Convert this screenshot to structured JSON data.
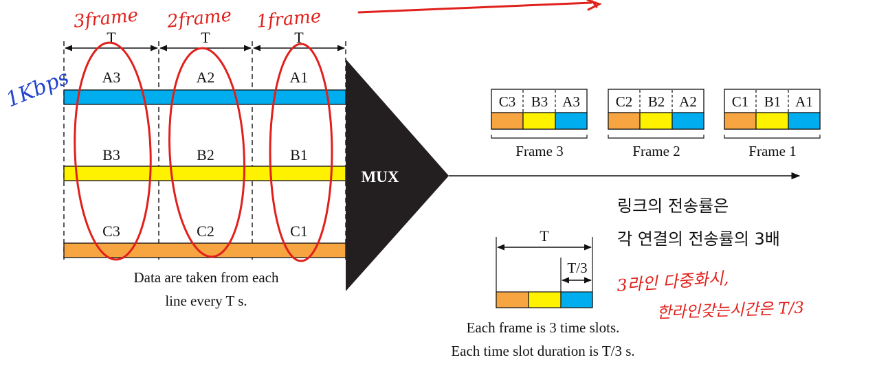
{
  "colors": {
    "a_line": "#00AEEF",
    "b_line": "#FFF200",
    "c_line": "#F7A541",
    "mux_fill": "#231F20",
    "annotation_red": "#E0201B",
    "annotation_blue": "#2244CC"
  },
  "inputs": {
    "period_labels": [
      "T",
      "T",
      "T"
    ],
    "lines": [
      {
        "id": "a",
        "units": [
          "A3",
          "A2",
          "A1"
        ]
      },
      {
        "id": "b",
        "units": [
          "B3",
          "B2",
          "B1"
        ]
      },
      {
        "id": "c",
        "units": [
          "C3",
          "C2",
          "C1"
        ]
      }
    ],
    "caption_line1": "Data are taken from each",
    "caption_line2": "line every T s."
  },
  "mux": {
    "label": "MUX"
  },
  "frames": [
    {
      "slots": [
        "C3",
        "B3",
        "A3"
      ],
      "label": "Frame 3"
    },
    {
      "slots": [
        "C2",
        "B2",
        "A2"
      ],
      "label": "Frame 2"
    },
    {
      "slots": [
        "C1",
        "B1",
        "A1"
      ],
      "label": "Frame 1"
    }
  ],
  "timing": {
    "period_label": "T",
    "slot_label": "T/3",
    "caption_line1": "Each frame is 3 time slots.",
    "caption_line2": "Each time slot duration is T/3 s."
  },
  "annotations": {
    "frame_notes": [
      "3frame",
      "2frame",
      "1frame"
    ],
    "rate_note": "1Kbps",
    "korean_line1": "링크의 전송률은",
    "korean_line2": "각 연결의 전송률의 3배",
    "hand_line1": "3라인 다중화시,",
    "hand_line2": "한라인갖는시간은 T/3"
  }
}
